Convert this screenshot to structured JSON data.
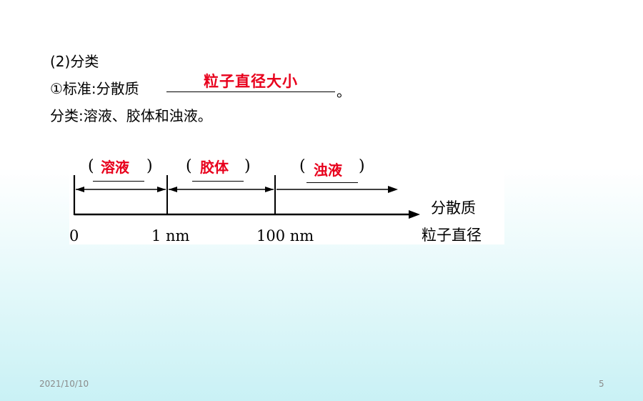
{
  "heading": "(2)分类",
  "standard": {
    "prefix": "①标准:分散质",
    "answer": "粒子直径大小",
    "suffix": "。"
  },
  "classification_line": "分类:溶液、胶体和浊液。",
  "diagram": {
    "paren_open": "(",
    "paren_close": ")",
    "answers": [
      "溶液",
      "胶体",
      "浊液"
    ],
    "ticks": [
      "0",
      "1 nm",
      "100 nm"
    ],
    "axis_label_line1": "分散质",
    "axis_label_line2": "粒子直径"
  },
  "footer": {
    "date": "2021/10/10",
    "page_number": "5"
  }
}
